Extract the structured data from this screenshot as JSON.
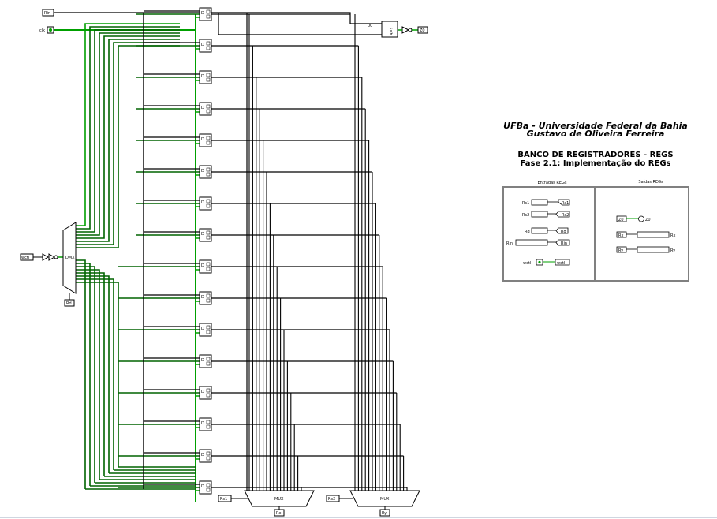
{
  "colors": {
    "wire_active": "#00a000",
    "wire_dark": "#006400",
    "wire_black": "#000000",
    "component_fill": "#ffffff"
  },
  "header": {
    "university": "UFBa - Universidade Federal da Bahia",
    "author": "Gustavo de Oliveira Ferreira",
    "circuit_title": "BANCO DE REGISTRADORES - REGS",
    "phase": "Fase 2.1: Implementação do REGs"
  },
  "inputs": {
    "rin": "Rin",
    "clk": "clk",
    "wctl": "wctl",
    "rd": "Rd",
    "rs1": "Rs1",
    "rs2": "Rs2"
  },
  "outputs": {
    "z0": "Z0",
    "rx": "Rx",
    "ry": "Ry"
  },
  "gate": {
    "and_label": "A=Y",
    "const_label": "00"
  },
  "blocks": {
    "demux_label": "DMX",
    "mux_label": "MUX",
    "register_label": "D"
  },
  "legend": {
    "inputs_title": "Entradas REGs",
    "outputs_title": "Saídas REGs",
    "input_rows": [
      "Rs1",
      "Rs2",
      "Rd",
      "Rin",
      "wctl"
    ],
    "output_rows": [
      "Z0",
      "Rx",
      "Ry"
    ]
  }
}
